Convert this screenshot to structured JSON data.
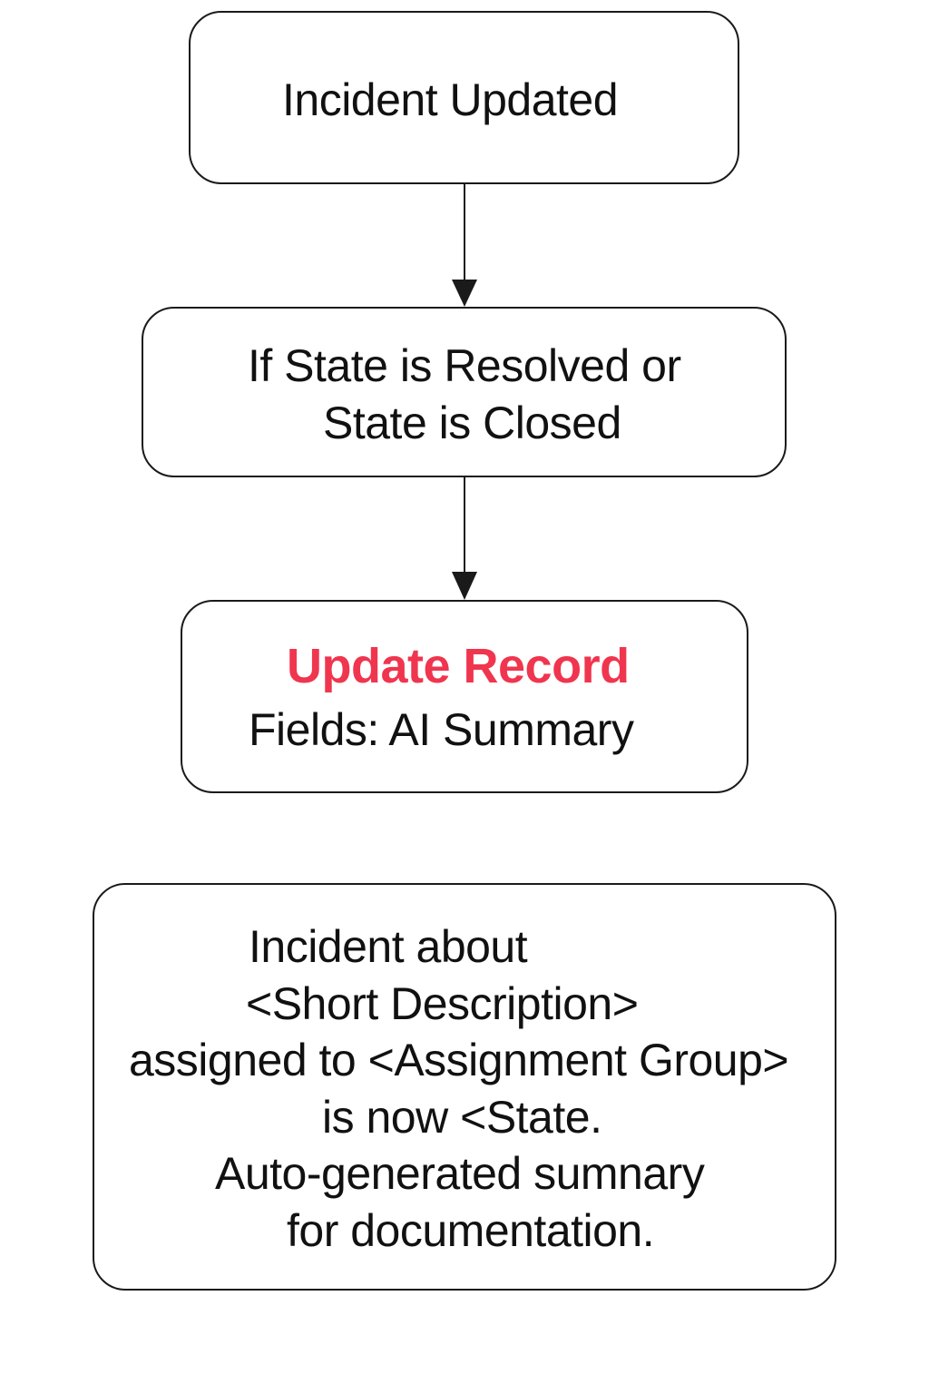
{
  "colors": {
    "border": "#1a1a1a",
    "text": "#111111",
    "accent": "#f0354f"
  },
  "nodes": {
    "trigger": {
      "label": "Incident Updated"
    },
    "condition": {
      "lines": [
        "If State is Resolved or",
        "State is Closed"
      ]
    },
    "action": {
      "title": "Update Record",
      "fields": "Fields: AI Summary"
    },
    "summary": {
      "lines": [
        "Incident about",
        "<Short Description>",
        "assigned to <Assignment Group>",
        "is now <State.",
        "Auto-generated sumnary",
        "for documentation."
      ]
    }
  },
  "edges": [
    {
      "from": "trigger",
      "to": "condition"
    },
    {
      "from": "condition",
      "to": "action"
    }
  ]
}
